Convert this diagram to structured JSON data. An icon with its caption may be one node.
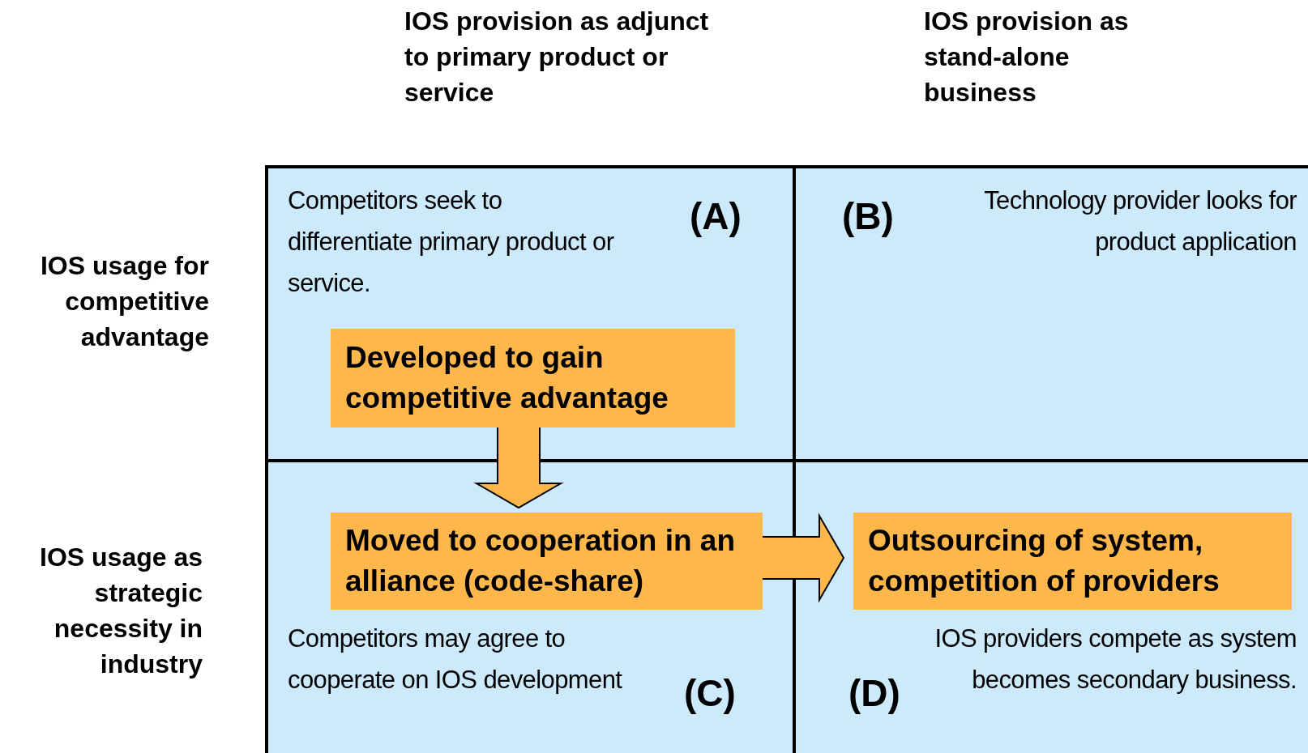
{
  "diagram": {
    "nodes": [
      {
        "text": [
          "Competitors seek to differentiate primary product or service.",
          "(A)"
        ]
      },
      {
        "text": [
          "Developed to gain competitive advantage"
        ],
        "in": 0
      },
      {
        "text": [
          "(B)",
          "Technology provider looks for product application"
        ]
      },
      {
        "text": [
          "Competitors may agree to cooperate on IOS development",
          "(C)"
        ]
      },
      {
        "text": [
          "Moved to cooperation in an alliance (code-share)"
        ],
        "in": 3
      },
      {
        "text": [
          "(D)",
          "IOS providers compete as system becomes secondary business."
        ]
      },
      {
        "text": [
          "Outsourcing of system, competition of providers"
        ],
        "in": 5
      }
    ],
    "edges": [
      {
        "from": 1,
        "to": 4,
        "arrow": "to",
        "style": "thick"
      },
      {
        "from": 4,
        "to": 6,
        "arrow": "to",
        "style": "thick"
      }
    ],
    "labels": [
      "IOS provision as adjunct to primary product or service",
      "IOS provision as stand-alone business",
      "IOS usage for competitive advantage",
      "IOS usage as strategic necessity in industry"
    ]
  }
}
